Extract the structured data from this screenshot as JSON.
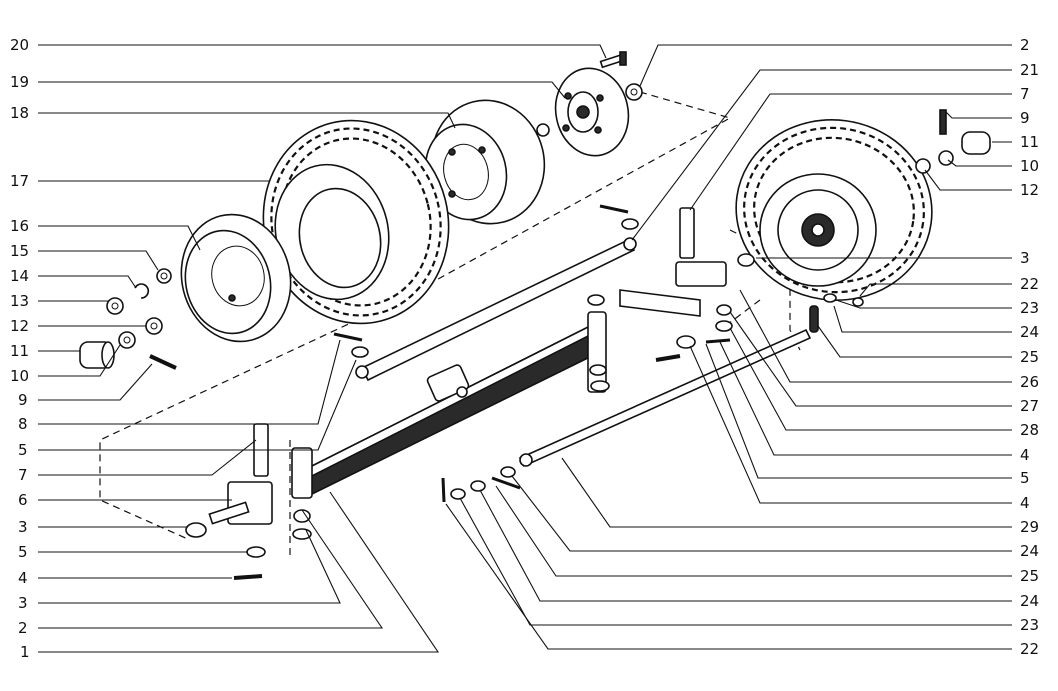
{
  "left_callouts": [
    "20",
    "19",
    "18",
    "17",
    "16",
    "15",
    "14",
    "13",
    "12",
    "11",
    "10",
    "9",
    "8",
    "5",
    "7",
    "6",
    "3",
    "5",
    "4",
    "3",
    "2",
    "1"
  ],
  "right_callouts": [
    "2",
    "21",
    "7",
    "9",
    "11",
    "10",
    "12",
    "3",
    "22",
    "23",
    "24",
    "25",
    "26",
    "27",
    "28",
    "4",
    "5",
    "4",
    "29",
    "24",
    "25",
    "24",
    "23",
    "22"
  ],
  "colors": {
    "ink": "#111111",
    "paper": "#ffffff"
  }
}
